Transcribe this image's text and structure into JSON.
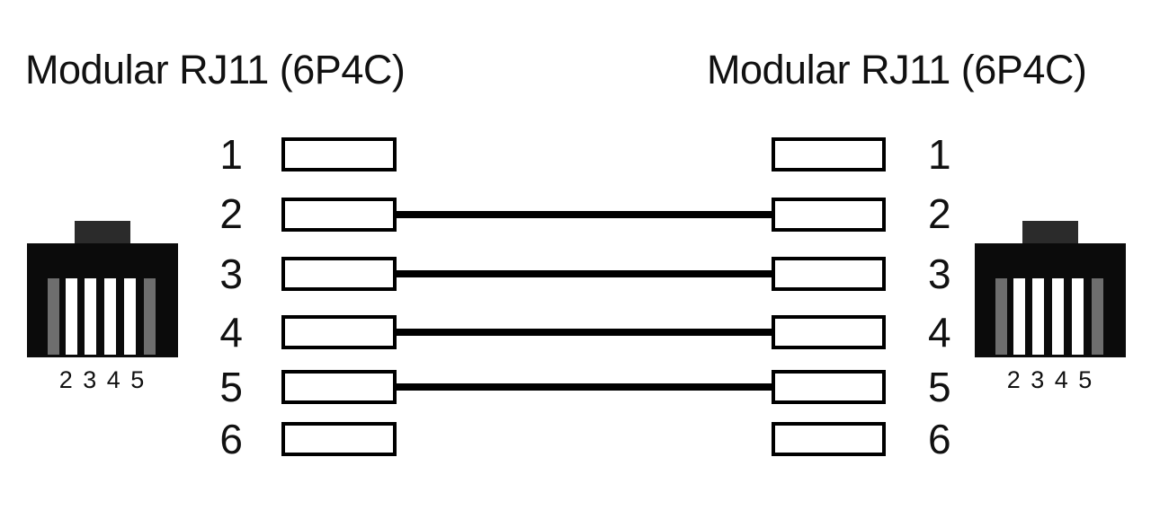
{
  "diagram": {
    "title_left": "Modular RJ11 (6P4C)",
    "title_right": "Modular RJ11 (6P4C)",
    "left_pins": [
      "1",
      "2",
      "3",
      "4",
      "5",
      "6"
    ],
    "right_pins": [
      "1",
      "2",
      "3",
      "4",
      "5",
      "6"
    ],
    "left_connector_label": "2 3 4 5",
    "right_connector_label": "2 3 4 5",
    "connections": [
      {
        "from_pin": "2",
        "to_pin": "2"
      },
      {
        "from_pin": "3",
        "to_pin": "3"
      },
      {
        "from_pin": "4",
        "to_pin": "4"
      },
      {
        "from_pin": "5",
        "to_pin": "5"
      }
    ],
    "colors": {
      "background": "#ffffff",
      "connector_body": "#0b0b0b",
      "connector_tab": "#2b2b2b",
      "slot_outer": "#6e6e6e",
      "slot_inner": "#ffffff",
      "wire": "#000000",
      "box_border": "#000000",
      "text": "#111111"
    }
  }
}
